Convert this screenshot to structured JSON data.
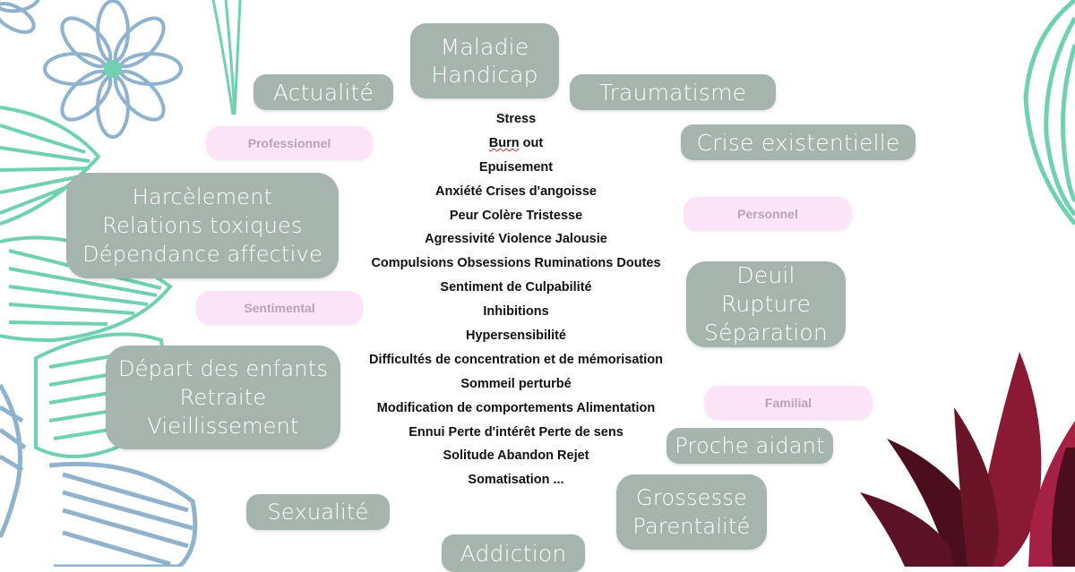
{
  "categories": [
    {
      "id": "maladie",
      "lines": [
        "Maladie",
        "Handicap"
      ]
    },
    {
      "id": "actualite",
      "lines": [
        "Actualité"
      ]
    },
    {
      "id": "traumatisme",
      "lines": [
        "Traumatisme"
      ]
    },
    {
      "id": "crise",
      "lines": [
        "Crise existentielle"
      ]
    },
    {
      "id": "harcelement",
      "lines": [
        "Harcèlement",
        "Relations toxiques",
        "Dépendance affective"
      ]
    },
    {
      "id": "deuil",
      "lines": [
        "Deuil",
        "Rupture",
        "Séparation"
      ]
    },
    {
      "id": "depart",
      "lines": [
        "Départ des enfants",
        "Retraite",
        "Vieillissement"
      ]
    },
    {
      "id": "proche",
      "lines": [
        "Proche aidant"
      ]
    },
    {
      "id": "sexualite",
      "lines": [
        "Sexualité"
      ]
    },
    {
      "id": "grossesse",
      "lines": [
        "Grossesse",
        "Parentalité"
      ]
    },
    {
      "id": "addiction",
      "lines": [
        "Addiction"
      ]
    }
  ],
  "tags": {
    "professionnel": "Professionnel",
    "personnel": "Personnel",
    "sentimental": "Sentimental",
    "familial": "Familial"
  },
  "symptoms": {
    "stress": "Stress",
    "burnout_a": "Burn",
    "burnout_b": " out",
    "items": [
      "Epuisement",
      "Anxiété Crises d'angoisse",
      "Peur Colère Tristesse",
      "Agressivité Violence Jalousie",
      "Compulsions Obsessions Ruminations Doutes",
      "Sentiment de Culpabilité",
      "Inhibitions",
      "Hypersensibilité",
      "Difficultés de concentration et de mémorisation",
      "Sommeil perturbé",
      "Modification de comportements Alimentation",
      "Ennui Perte d'intérêt  Perte de sens",
      "Solitude Abandon Rejet",
      "Somatisation ..."
    ]
  },
  "colors": {
    "box": "#a5b5ae",
    "pill": "#fbe3f8",
    "pill_text": "#b7a4b3",
    "mint": "#6fd0b2",
    "blue": "#8fb3cf",
    "crimson": "#8a1a33"
  },
  "decorations": [
    "flower-icon",
    "ginkgo-leaf-icon",
    "striped-leaf-icon",
    "red-lotus-icon"
  ]
}
